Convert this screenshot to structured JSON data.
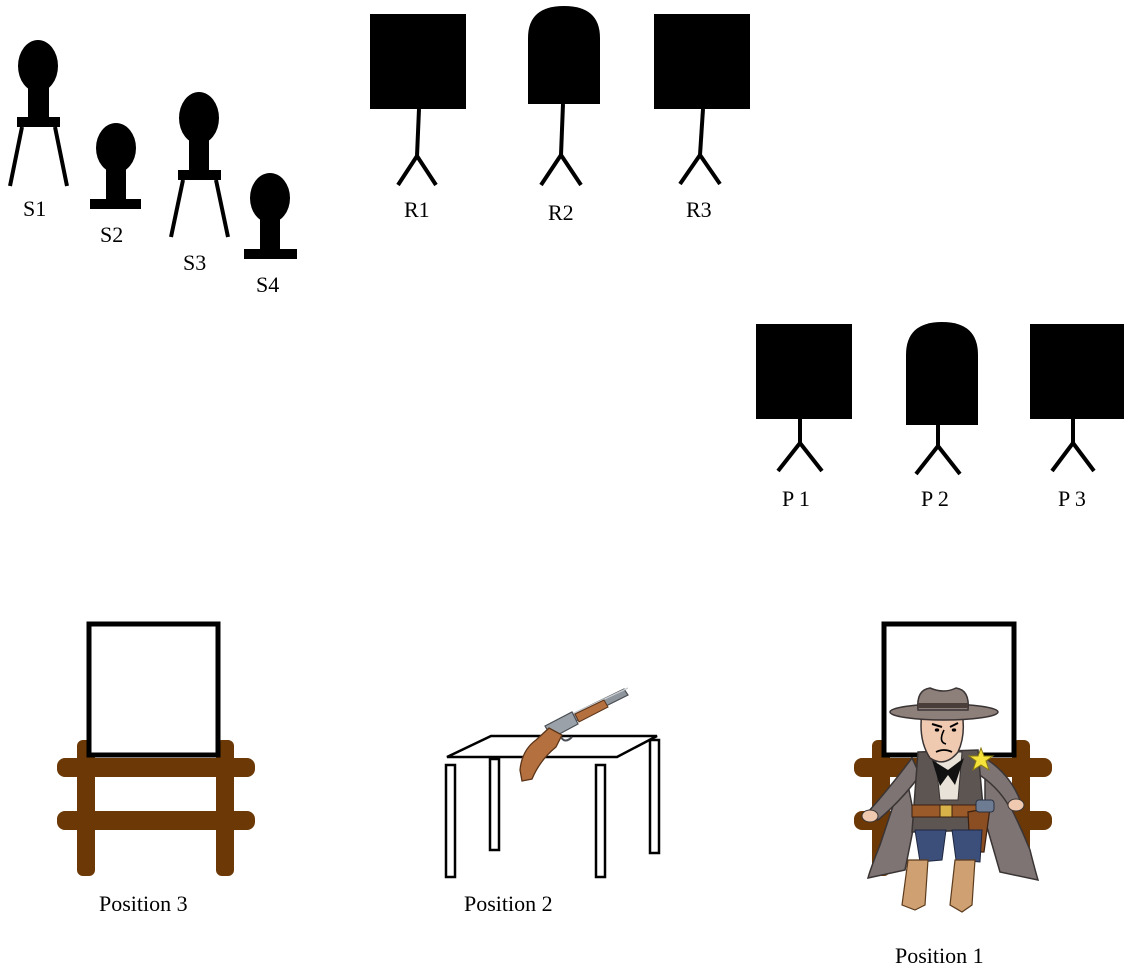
{
  "steel_targets": {
    "items": [
      {
        "label": "S1",
        "kind": "stand"
      },
      {
        "label": "S2",
        "kind": "base"
      },
      {
        "label": "S3",
        "kind": "stand"
      },
      {
        "label": "S4",
        "kind": "base"
      }
    ]
  },
  "rifle_targets": {
    "items": [
      {
        "label": "R1",
        "shape": "square"
      },
      {
        "label": "R2",
        "shape": "rounded-top"
      },
      {
        "label": "R3",
        "shape": "square"
      }
    ]
  },
  "pistol_targets": {
    "items": [
      {
        "label": "P 1",
        "shape": "square"
      },
      {
        "label": "P 2",
        "shape": "rounded-top"
      },
      {
        "label": "P 3",
        "shape": "square"
      }
    ]
  },
  "positions": {
    "position_3": "Position 3",
    "position_2": "Position 2",
    "position_1": "Position 1"
  },
  "colors": {
    "target": "#000000",
    "fence": "#6b3806",
    "table_outline": "#000000",
    "rifle_stock": "#b5703f",
    "rifle_barrel": "#8e959c",
    "coat": "#7d7473",
    "hat": "#8d7f7a",
    "star": "#f5e23a",
    "boots": "#cfa071",
    "jeans": "#3c4e7a"
  }
}
